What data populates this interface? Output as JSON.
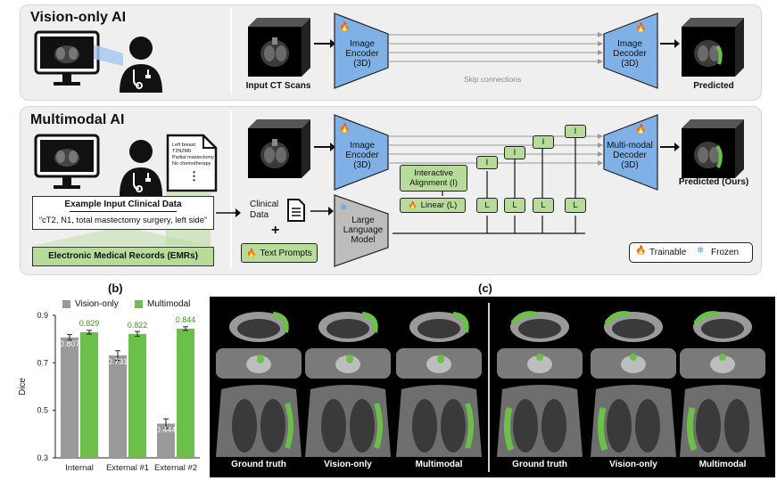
{
  "vision_only": {
    "title": "Vision-only AI",
    "input_label": "Input CT Scans",
    "encoder_label": [
      "Image",
      "Encoder",
      "(3D)"
    ],
    "decoder_label": [
      "Image",
      "Decoder",
      "(3D)"
    ],
    "skip_label": "Skip connections",
    "output_label": "Predicted"
  },
  "multimodal": {
    "title": "Multimodal AI",
    "record_note": [
      "Left breast",
      "T2N2M0",
      "Partial mastectomy",
      "No chemotherapy"
    ],
    "record_dots": "⋮",
    "example_title": "Example Input Clinical Data",
    "example_text": "“cT2, N1, total mastectomy surgery, left side”",
    "emr_label": "Electronic Medical Records (EMRs)",
    "clinical_data": [
      "Clinical",
      "Data"
    ],
    "plus": "+",
    "text_prompts": "Text Prompts",
    "encoder_label": [
      "Image",
      "Encoder",
      "(3D)"
    ],
    "decoder_label": [
      "Multi-modal",
      "Decoder",
      "(3D)"
    ],
    "llm_label": [
      "Large",
      "Language",
      "Model"
    ],
    "alignment_label": [
      "Interactive",
      "Alignment (I)"
    ],
    "linear_label": "Linear (L)",
    "l_box": "L",
    "i_box": "I",
    "output_label": "Predicted (Ours)",
    "legend_trainable": "Trainable",
    "legend_frozen": "Frozen"
  },
  "icons": {
    "flame": "🔥",
    "snowflake": "❄"
  },
  "colors": {
    "encoder_blue": "#7fb1e6",
    "green": "#6cc04a",
    "light_green": "#b7dc9a",
    "vision_gray": "#9a9a9a",
    "llm_gray": "#bdbdbd"
  },
  "panel_b": {
    "letter": "(b)",
    "legend": [
      "Vision-only",
      "Multimodal"
    ]
  },
  "chart_data": {
    "type": "bar",
    "ylabel": "Dice",
    "ylim": [
      0.3,
      0.9
    ],
    "yticks": [
      "0.9",
      "0.7",
      "0.5",
      "0.3"
    ],
    "categories": [
      "Internal",
      "External #1",
      "External #2"
    ],
    "series": [
      {
        "name": "Vision-only",
        "values": [
          0.807,
          0.731,
          0.444
        ],
        "labels": [
          "0.807",
          "0.731",
          "0.444"
        ],
        "errors": [
          0.012,
          0.02,
          0.02
        ]
      },
      {
        "name": "Multimodal",
        "values": [
          0.829,
          0.822,
          0.844
        ],
        "labels": [
          "0.829",
          "0.822",
          "0.844"
        ],
        "errors": [
          0.008,
          0.01,
          0.008
        ]
      }
    ]
  },
  "panel_c": {
    "letter": "(c)",
    "labels": [
      "Ground truth",
      "Vision-only",
      "Multimodal",
      "Ground truth",
      "Vision-only",
      "Multimodal"
    ]
  }
}
